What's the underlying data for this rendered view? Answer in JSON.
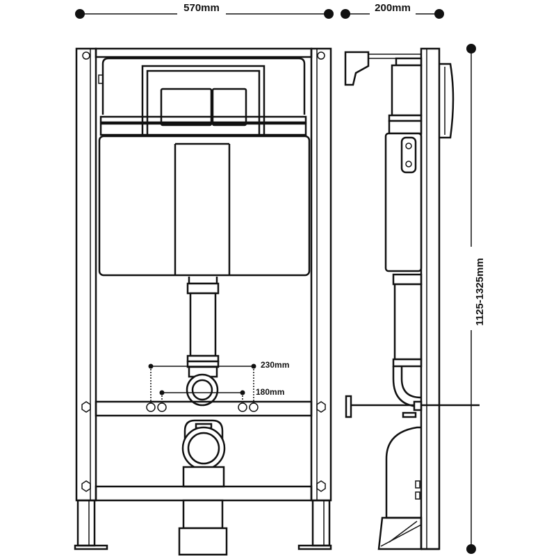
{
  "dimensions": {
    "width": "570mm",
    "depth": "200mm",
    "height_range": "1125-1325mm",
    "bolt_spacing_outer": "230mm",
    "bolt_spacing_inner": "180mm"
  },
  "colors": {
    "line": "#111111",
    "background": "#ffffff"
  },
  "icons": [
    "hex-nut-icon",
    "flush-plate-icon",
    "drain-elbow-icon"
  ]
}
